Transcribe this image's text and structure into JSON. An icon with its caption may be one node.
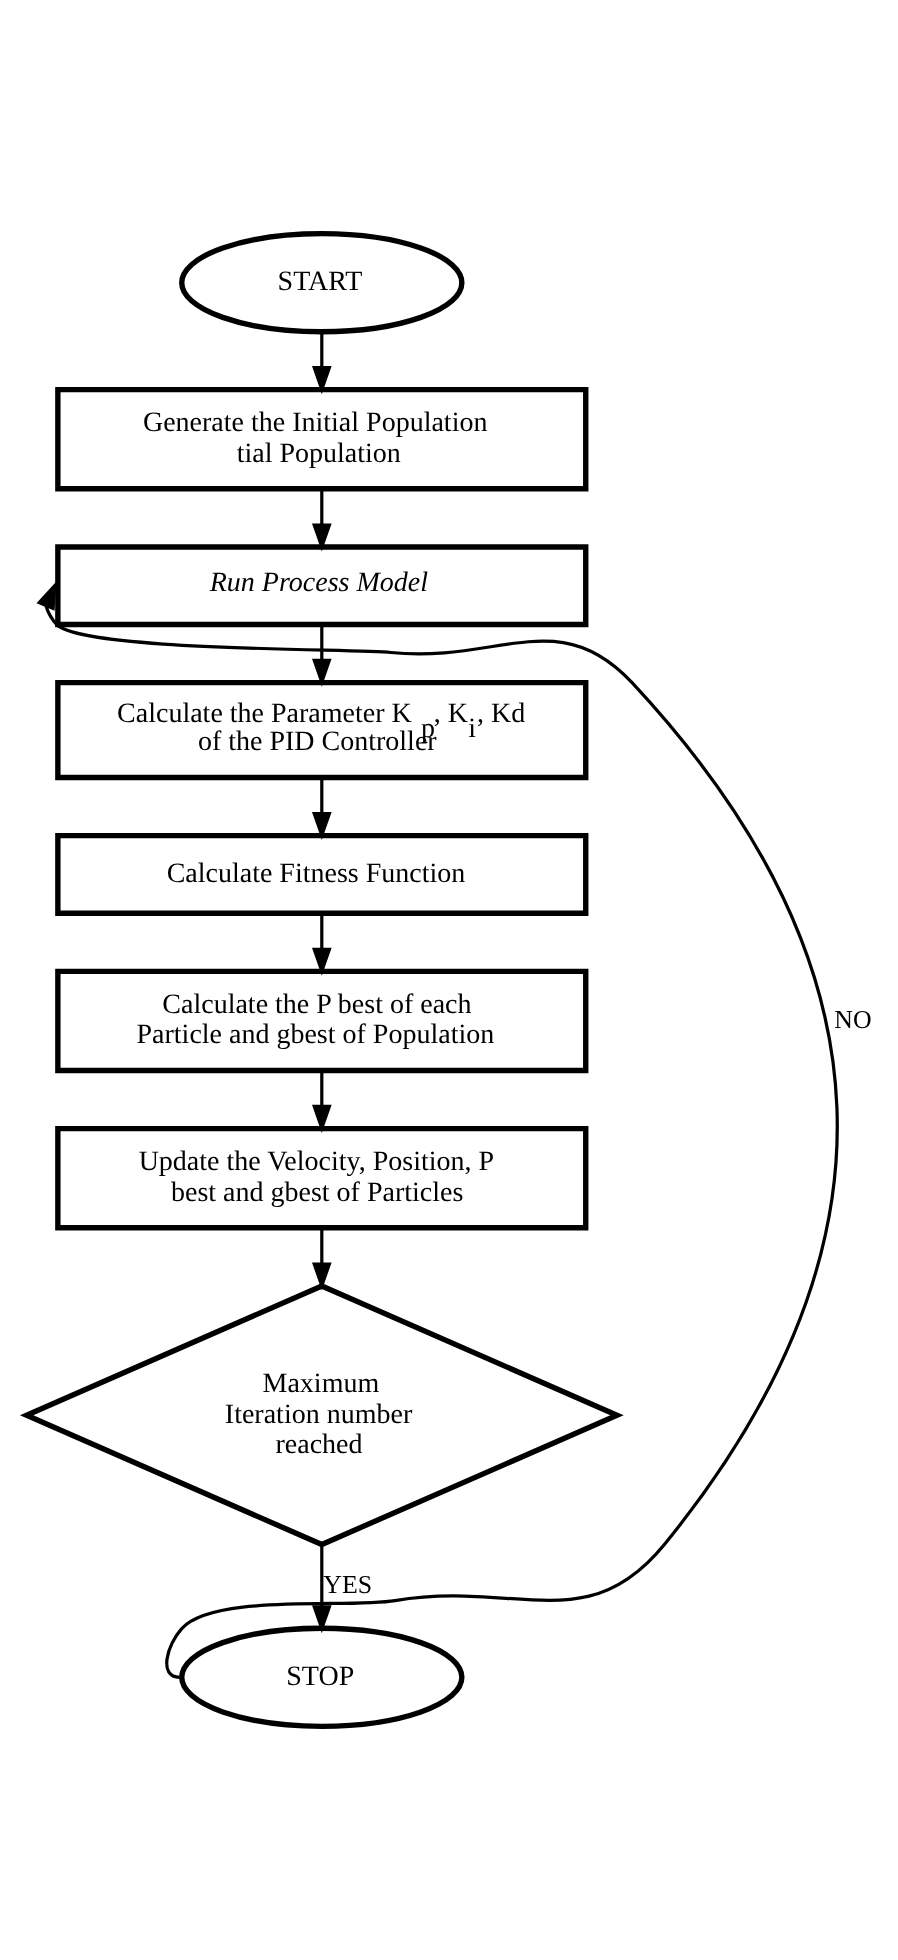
{
  "diagram": {
    "nodes": [
      {
        "text": [
          "START"
        ]
      },
      {
        "text": [
          "Generate the Initial Population tial Population"
        ]
      },
      {
        "text": [
          "Run Process Model"
        ]
      },
      {
        "text": [
          "Calculate the Parameter K$_{p}$, K$_{i}$, Kd of the PID Controller"
        ]
      },
      {
        "text": [
          "Calculate Fitness Function"
        ]
      },
      {
        "text": [
          "Calculate the P best of each Particle and gbest of Population"
        ]
      },
      {
        "text": [
          "Update the Velocity, Position, P best and gbest of Particles"
        ]
      },
      {
        "text": [
          "Maximum Iteration number reached"
        ]
      },
      {
        "text": [
          "STOP"
        ]
      }
    ],
    "edges": [
      {
        "from": 0,
        "to": 1,
        "arrow": "to"
      },
      {
        "from": 1,
        "to": 2,
        "arrow": "to"
      },
      {
        "from": 2,
        "to": 3,
        "arrow": "to"
      },
      {
        "from": 3,
        "to": 4,
        "arrow": "to"
      },
      {
        "from": 4,
        "to": 5,
        "arrow": "to"
      },
      {
        "from": 5,
        "to": 6,
        "arrow": "to"
      },
      {
        "from": 6,
        "to": 7,
        "arrow": "to"
      },
      {
        "from": 7,
        "to": 8,
        "arrow": "to",
        "label": "YES"
      },
      {
        "from": 8,
        "to": 2,
        "arrow": "to",
        "label": "NO"
      }
    ]
  }
}
